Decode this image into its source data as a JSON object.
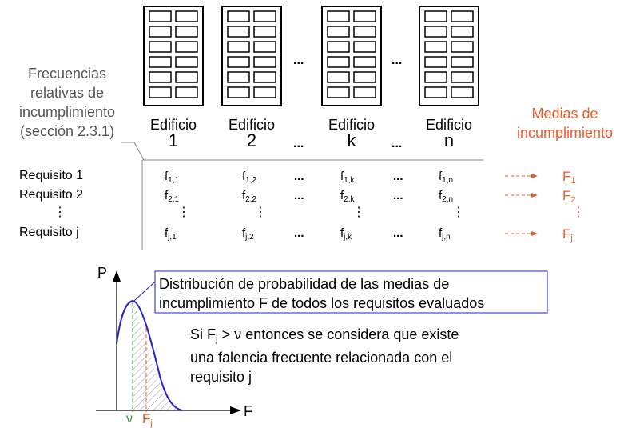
{
  "header": {
    "rel_freq_lines": [
      "Frecuencias",
      "relativas de",
      "incumplimiento",
      "(sección 2.3.1)"
    ],
    "means_lines": [
      "Medias de",
      "incumplimiento"
    ]
  },
  "buildings": [
    {
      "label": "Edificio",
      "index": "1"
    },
    {
      "label": "Edificio",
      "index": "2"
    },
    {
      "label": "Edificio",
      "index": "k"
    },
    {
      "label": "Edificio",
      "index": "n"
    }
  ],
  "ellipsis": "...",
  "vdots": "⋮",
  "requirements": [
    "Requisito 1",
    "Requisito 2",
    "Requisito j"
  ],
  "matrix": {
    "row1": {
      "c1": {
        "b": "f",
        "s": "1,1"
      },
      "c2": {
        "b": "f",
        "s": "1,2"
      },
      "ck": {
        "b": "f",
        "s": "1,k"
      },
      "cn": {
        "b": "f",
        "s": "1,n"
      }
    },
    "row2": {
      "c1": {
        "b": "f",
        "s": "2,1"
      },
      "c2": {
        "b": "f",
        "s": "2,2"
      },
      "ck": {
        "b": "f",
        "s": "2,k"
      },
      "cn": {
        "b": "f",
        "s": "2,n"
      }
    },
    "rowj": {
      "c1": {
        "b": "f",
        "s": "j,1"
      },
      "c2": {
        "b": "f",
        "s": "j,2"
      },
      "ck": {
        "b": "f",
        "s": "j,k"
      },
      "cn": {
        "b": "f",
        "s": "j,n"
      }
    }
  },
  "means": [
    {
      "b": "F",
      "s": "1"
    },
    {
      "b": "F",
      "s": "2"
    },
    {
      "b": "F",
      "s": "j"
    }
  ],
  "plot": {
    "y_axis": "P",
    "x_axis": "F",
    "nu": "ν",
    "fj": {
      "b": "F",
      "s": "j"
    },
    "dist_box_lines": [
      "Distribución de probabilidad de las medias de",
      "incumplimiento F de todos los requisitos evaluados"
    ],
    "condition": {
      "l1_a": "Si F",
      "l1_sub": "j",
      "l1_b": " > ν entonces se considera que existe",
      "l2": "una falencia  frecuente relacionada con el",
      "l3": "requisito j"
    }
  },
  "colors": {
    "orange": "#f05a28",
    "gray": "#555555",
    "blue": "#2222cc",
    "green": "#2e9a2e"
  }
}
